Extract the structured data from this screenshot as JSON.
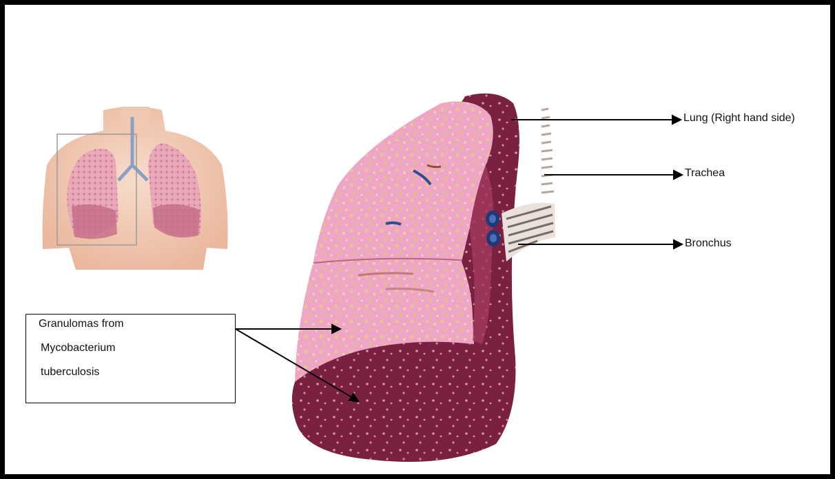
{
  "figure": {
    "labels": {
      "lung": "Lung (Right hand side)",
      "trachea": "Trachea",
      "bronchus": "Bronchus"
    },
    "callout": {
      "lines": [
        "Granulomas from",
        "Mycobacterium",
        "tuberculosis"
      ]
    },
    "colors": {
      "lung_pink": "#efa6c6",
      "lung_dark": "#7a2040",
      "granuloma": "#e8c88a",
      "skin": "#f2cdb7",
      "airway": "#2d4f8c"
    }
  }
}
